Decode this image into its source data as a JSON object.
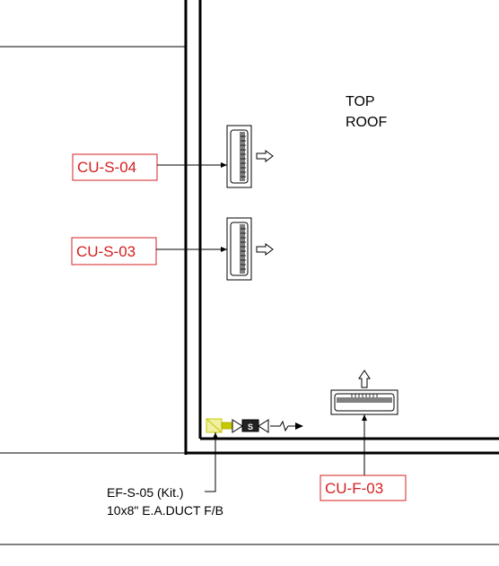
{
  "room_label": {
    "line1": "TOP",
    "line2": "ROOF"
  },
  "units": [
    {
      "tag": "CU-S-04"
    },
    {
      "tag": "CU-S-03"
    },
    {
      "tag": "CU-F-03"
    }
  ],
  "exhaust_fan": {
    "tag_line1": "EF-S-05 (Kit.)",
    "tag_line2": "10x8\" E.A.DUCT F/B",
    "damper_symbol": "S"
  },
  "colors": {
    "tag_red": "#d42020",
    "line_black": "#000000",
    "duct_yellow": "#c8c800",
    "duct_fill": "#f0f0a0"
  }
}
